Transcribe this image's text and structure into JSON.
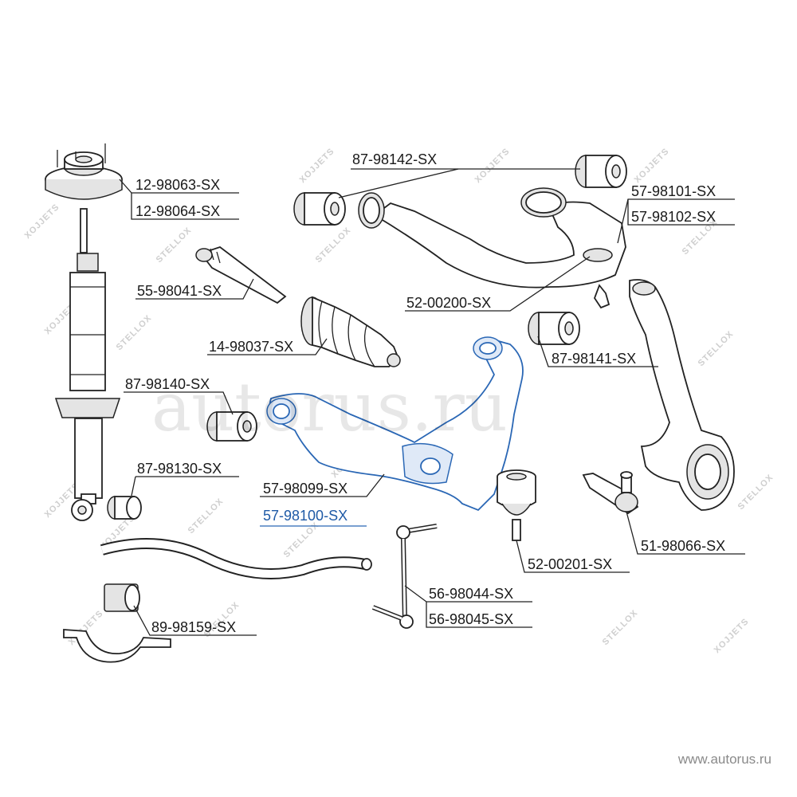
{
  "labels": {
    "mount_a": "12-98063-SX",
    "mount_b": "12-98064-SX",
    "tie_rod": "55-98041-SX",
    "boot": "14-98037-SX",
    "bushing_140": "87-98140-SX",
    "bushing_130": "87-98130-SX",
    "lower_arm_a": "57-98099-SX",
    "lower_arm_b": "57-98100-SX",
    "stab_bushing": "89-98159-SX",
    "upper_bushing_142": "87-98142-SX",
    "upper_arm_a": "57-98101-SX",
    "upper_arm_b": "57-98102-SX",
    "upper_ball_joint": "52-00200-SX",
    "upper_bushing_141": "87-98141-SX",
    "tie_rod_end": "51-98066-SX",
    "lower_ball_joint": "52-00201-SX",
    "stab_link_a": "56-98044-SX",
    "stab_link_b": "56-98045-SX"
  },
  "watermark": {
    "site": "autorus.ru",
    "footer": "www.autorus.ru",
    "brand": "STELLOX",
    "brand_mirror": "XOJJETS"
  },
  "colors": {
    "highlight": "#1f5aa6",
    "line": "#222222"
  }
}
